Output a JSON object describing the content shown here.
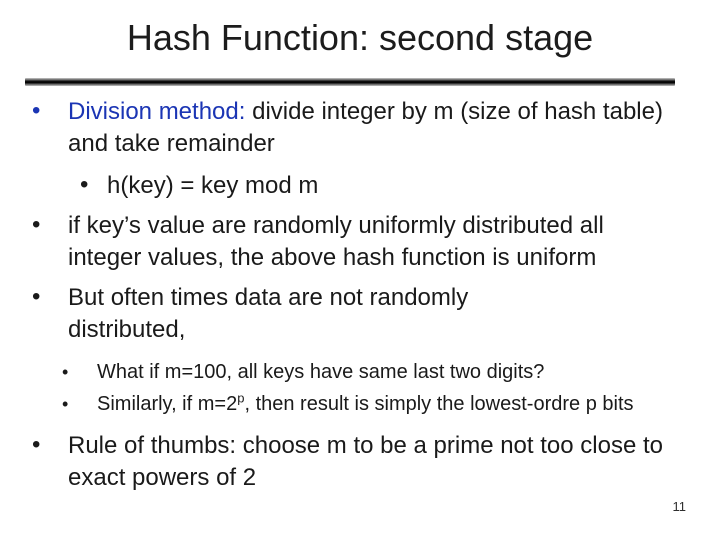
{
  "slide": {
    "title": "Hash Function: second stage",
    "page_number": "11",
    "colors": {
      "accent_blue": "#1b35b4",
      "body_text": "#1a1a1a",
      "divider_dark": "#000000"
    },
    "bullet_glyph": "•",
    "items": [
      {
        "level": 1,
        "lead": "Division method:",
        "text": " divide integer by m (size of hash table) and take remainder"
      },
      {
        "level": 2,
        "text": "h(key) = key mod m"
      },
      {
        "level": 1,
        "text": "if key’s value are randomly uniformly distributed all integer values, the above hash function is uniform"
      },
      {
        "level": 1,
        "text": "But often times data are not randomly distributed,"
      },
      {
        "level": 3,
        "text": "What if m=100, all keys have same last two digits?"
      },
      {
        "level": 3,
        "pre": "Similarly, if m=2",
        "sup": "p",
        "post": ", then result is simply the lowest-ordre p bits"
      },
      {
        "level": 1,
        "text": "Rule of thumbs: choose m to be a prime not too close to exact powers of 2"
      }
    ]
  }
}
